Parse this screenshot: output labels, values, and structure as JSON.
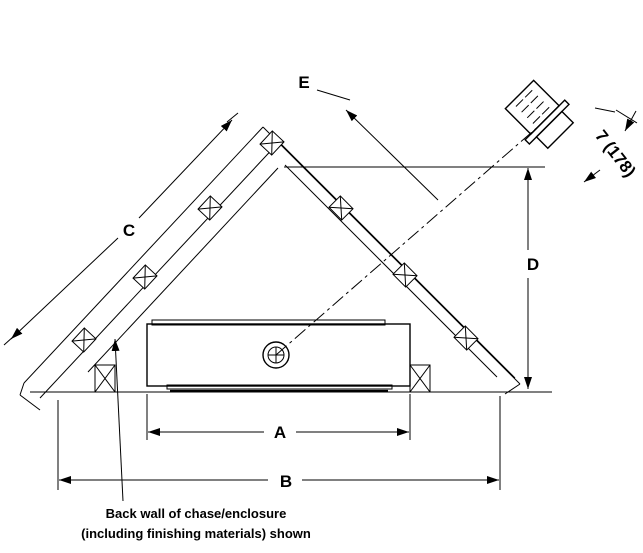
{
  "labels": {
    "a": "A",
    "b": "B",
    "c": "C",
    "d": "D",
    "e": "E",
    "clearance": "7 (178)"
  },
  "note": {
    "line1": "Back wall of chase/enclosure",
    "line2": "(including finishing materials) shown"
  }
}
